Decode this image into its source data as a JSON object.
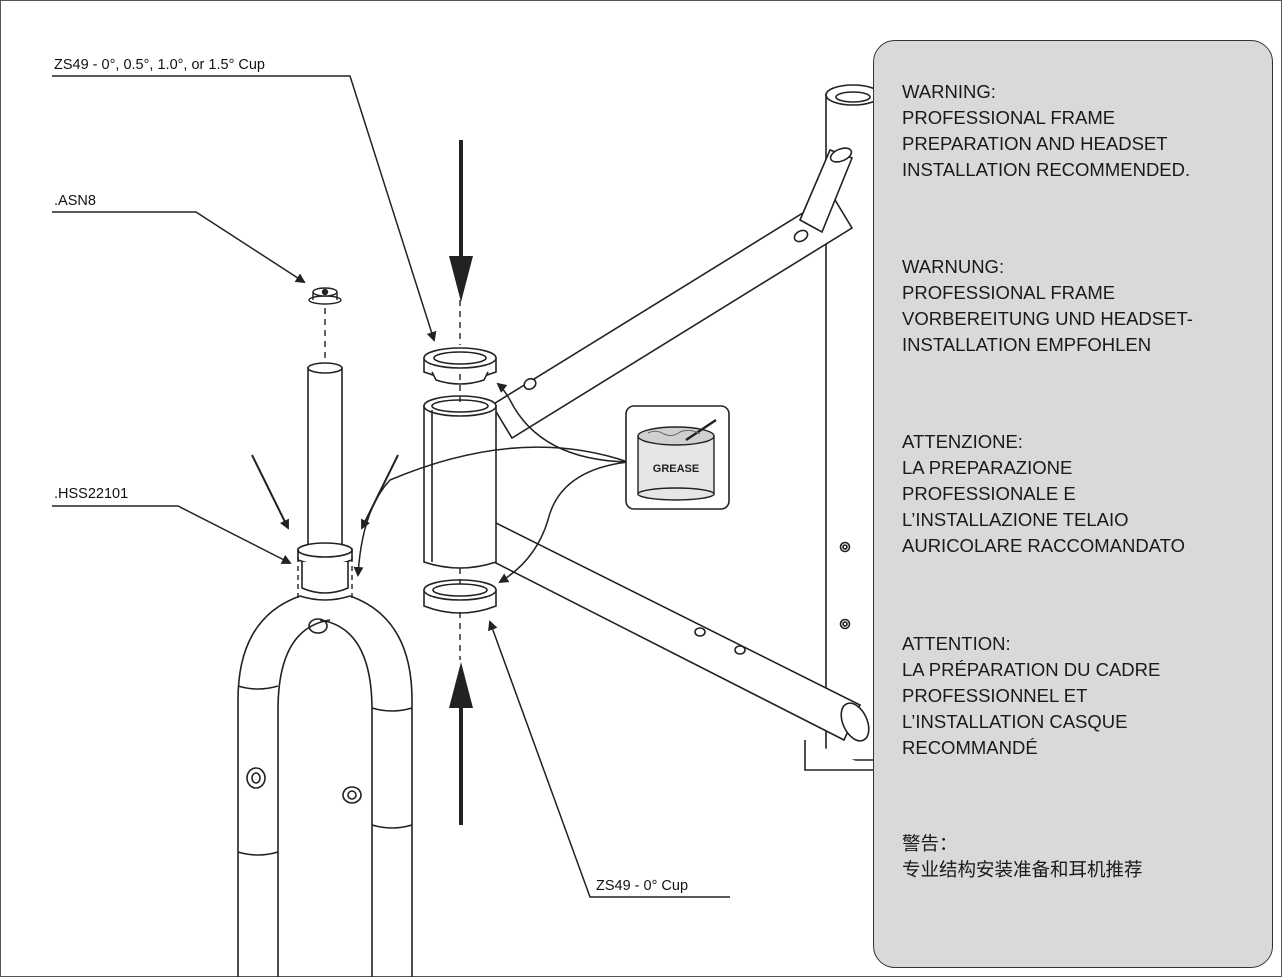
{
  "callouts": {
    "top_cup": "ZS49 -  0°, 0.5°, 1.0°, or 1.5° Cup",
    "star_nut": ".ASN8",
    "crown_race": ".HSS22101",
    "bottom_cup": "ZS49 - 0° Cup"
  },
  "grease": {
    "label": "GREASE"
  },
  "warnings": [
    {
      "lines": [
        "WARNING:",
        "PROFESSIONAL FRAME",
        "PREPARATION AND HEADSET",
        "INSTALLATION RECOMMENDED."
      ]
    },
    {
      "lines": [
        "WARNUNG:",
        "PROFESSIONAL FRAME",
        "VORBEREITUNG UND HEADSET-",
        "INSTALLATION EMPFOHLEN"
      ]
    },
    {
      "lines": [
        "ATTENZIONE:",
        "LA PREPARAZIONE",
        "PROFESSIONALE E",
        "L’INSTALLAZIONE TELAIO",
        "AURICOLARE RACCOMANDATO"
      ]
    },
    {
      "lines": [
        "ATTENTION:",
        "LA PRÉPARATION DU CADRE",
        "PROFESSIONNEL ET",
        "L’INSTALLATION CASQUE",
        "RECOMMANDÉ"
      ]
    },
    {
      "lines": [
        "警告：",
        "专业结构安装准备和耳机推荐"
      ]
    }
  ],
  "colors": {
    "box_fill": "#d9d9d9",
    "line": "#222222"
  }
}
